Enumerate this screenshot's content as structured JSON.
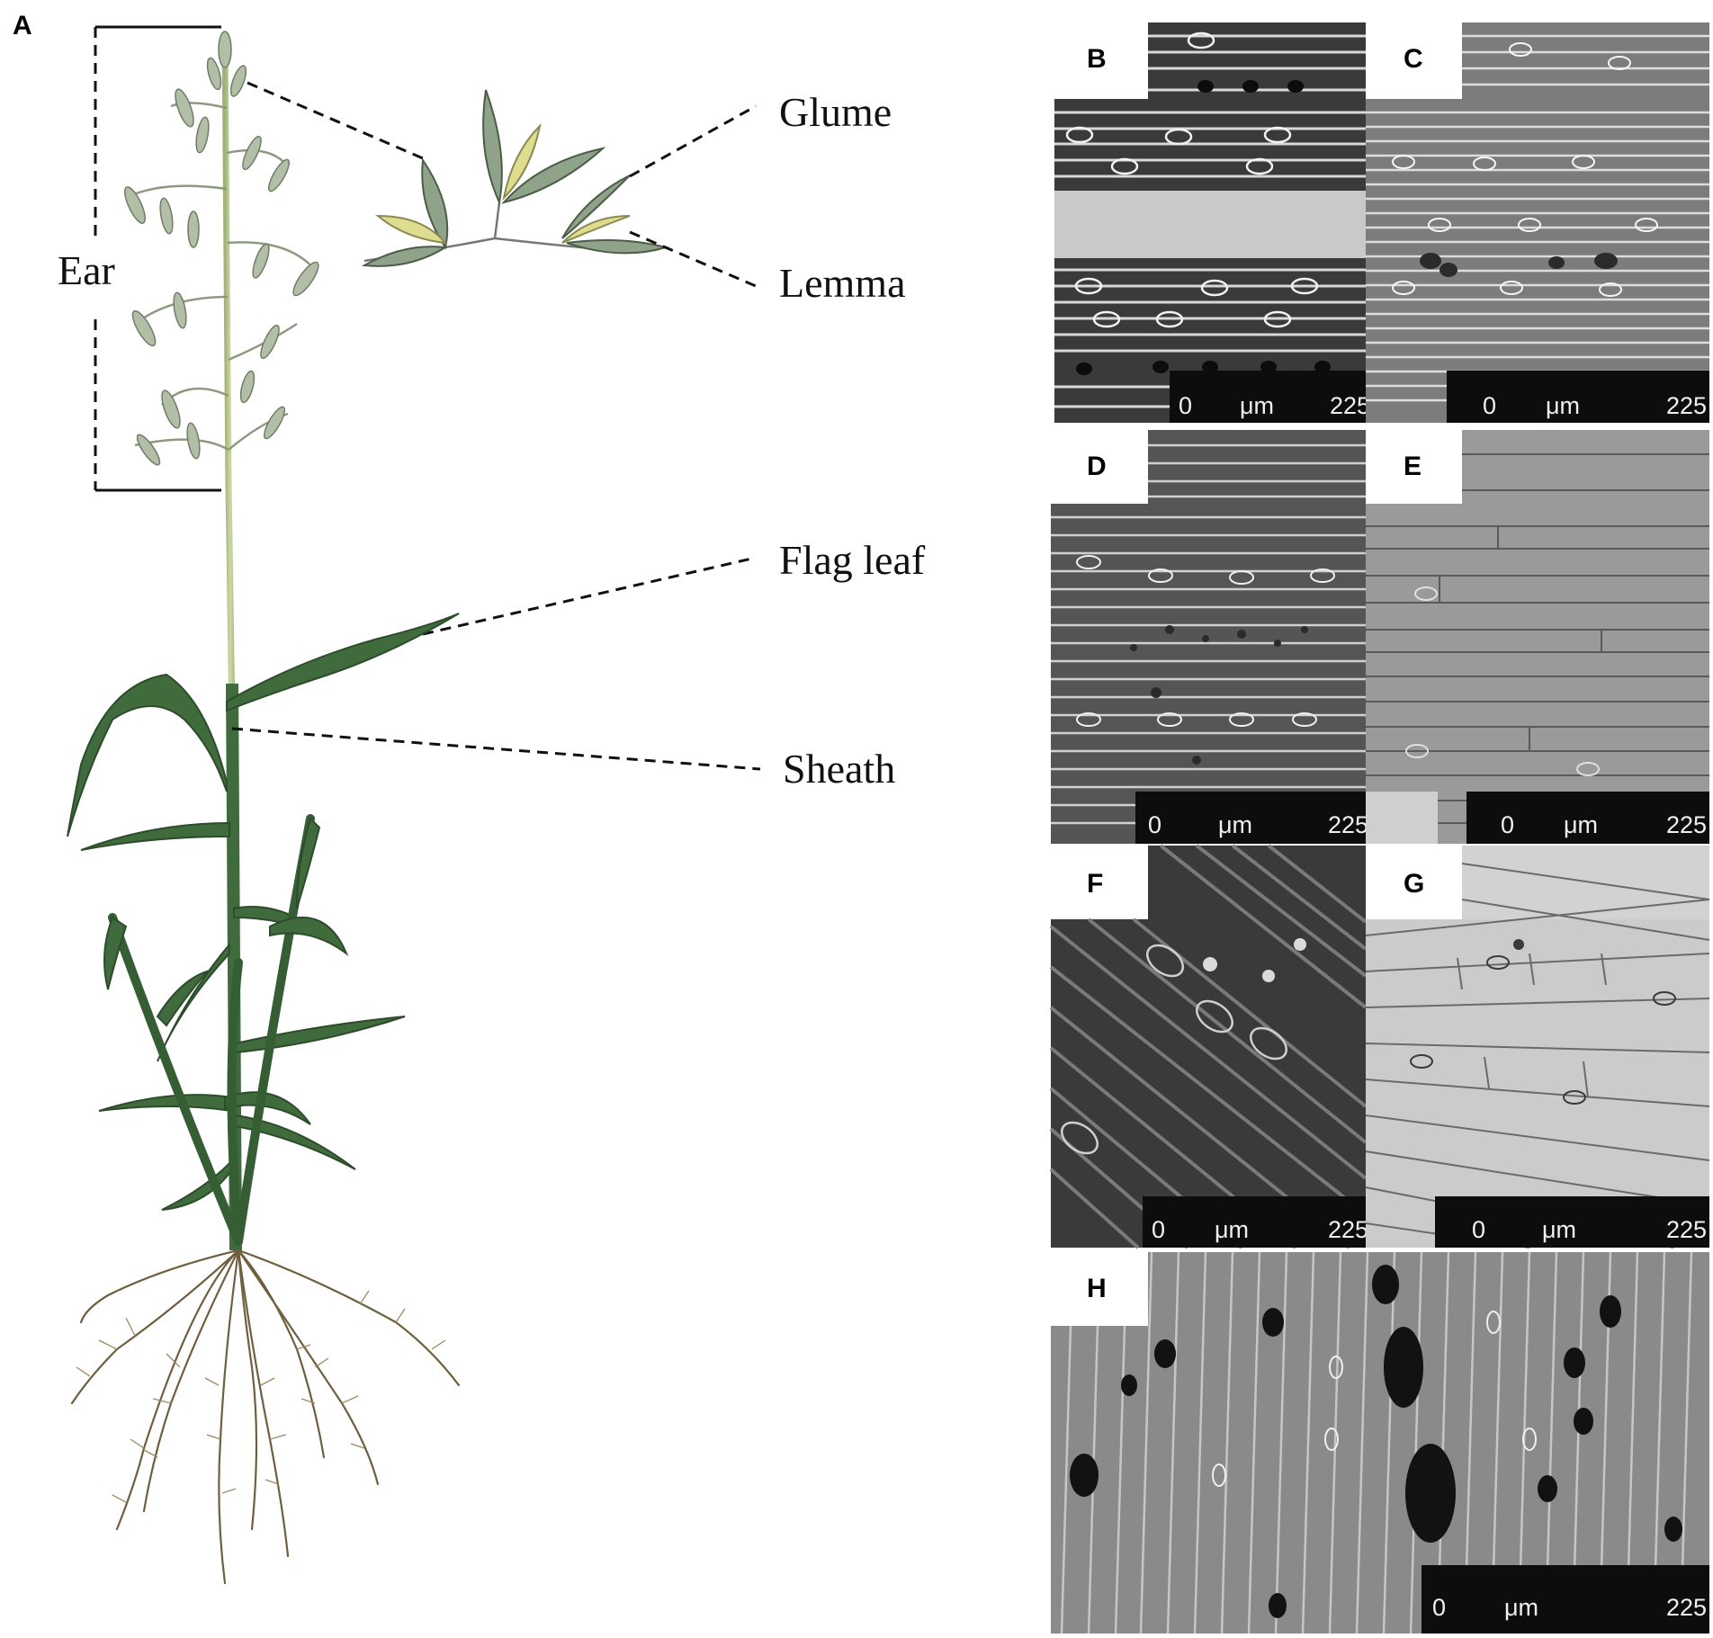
{
  "figure": {
    "panel_label": "A",
    "labels": {
      "ear": "Ear",
      "glume": "Glume",
      "lemma": "Lemma",
      "flag_leaf": "Flag leaf",
      "sheath": "Sheath"
    }
  },
  "micrographs": [
    {
      "id": "B",
      "style": "stomata-rows",
      "scale": {
        "start": "0",
        "unit": "μm",
        "end": "225"
      }
    },
    {
      "id": "C",
      "style": "stomata-rows-light",
      "scale": {
        "start": "0",
        "unit": "μm",
        "end": "225"
      }
    },
    {
      "id": "D",
      "style": "stomata-rows-speckled",
      "scale": {
        "start": "0",
        "unit": "μm",
        "end": "225"
      }
    },
    {
      "id": "E",
      "style": "elongated-cells",
      "scale": {
        "start": "0",
        "unit": "μm",
        "end": "225"
      }
    },
    {
      "id": "F",
      "style": "diagonal-dark",
      "scale": {
        "start": "0",
        "unit": "μm",
        "end": "225"
      }
    },
    {
      "id": "G",
      "style": "diagonal-light",
      "scale": {
        "start": "0",
        "unit": "μm",
        "end": "225"
      }
    },
    {
      "id": "H",
      "style": "dense-spotted",
      "scale": {
        "start": "0",
        "unit": "μm",
        "end": "225"
      }
    }
  ],
  "colors": {
    "leaf": "#3f6b3d",
    "leaf_dark": "#2d5030",
    "stem": "#b9c98f",
    "spikelet": "#a9b79e",
    "glume_inner": "#d9d48a",
    "root": "#7a6a45",
    "micro_dark": "#1c1c1c",
    "micro_mid": "#8a8a8a",
    "micro_light": "#d6d6d6"
  }
}
